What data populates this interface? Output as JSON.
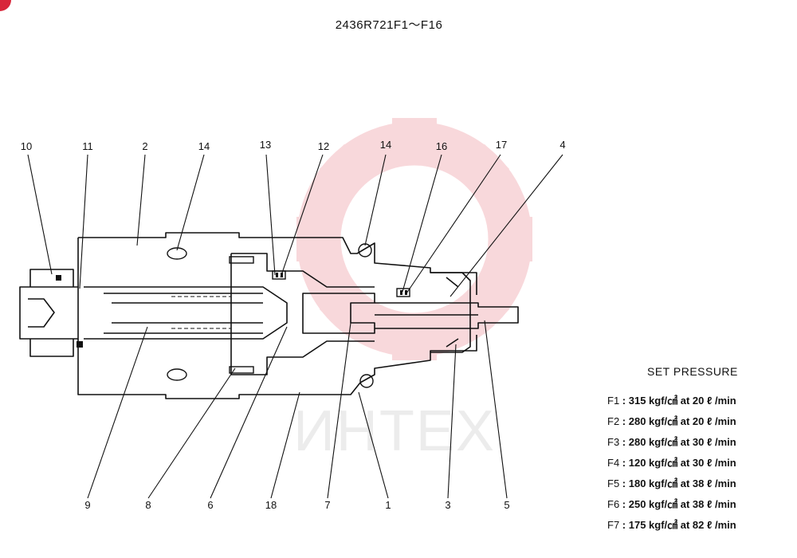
{
  "title": "2436R721F1～F16",
  "watermark": {
    "text": "ИНТЕХ",
    "color": "#f6c9cd"
  },
  "colors": {
    "line": "#111111",
    "brand_mark": "#d8263a"
  },
  "part_labels": {
    "top": [
      "10",
      "11",
      "2",
      "14",
      "13",
      "12",
      "14",
      "16",
      "17",
      "4"
    ],
    "bottom": [
      "9",
      "8",
      "6",
      "18",
      "7",
      "1",
      "3",
      "5"
    ]
  },
  "set_pressure": {
    "title": "SET PRESSURE",
    "rows": [
      {
        "code": "F1",
        "text": ": 315 kgf/㎠ at 20 ℓ /min"
      },
      {
        "code": "F2",
        "text": ": 280 kgf/㎠ at 20 ℓ /min"
      },
      {
        "code": "F3",
        "text": ": 280 kgf/㎠ at 30 ℓ /min"
      },
      {
        "code": "F4",
        "text": ": 120 kgf/㎠ at 30 ℓ /min"
      },
      {
        "code": "F5",
        "text": ": 180 kgf/㎠ at 38 ℓ /min"
      },
      {
        "code": "F6",
        "text": ": 250 kgf/㎠ at 38 ℓ /min"
      },
      {
        "code": "F7",
        "text": ": 175 kgf/㎠ at 82 ℓ /min"
      }
    ]
  }
}
